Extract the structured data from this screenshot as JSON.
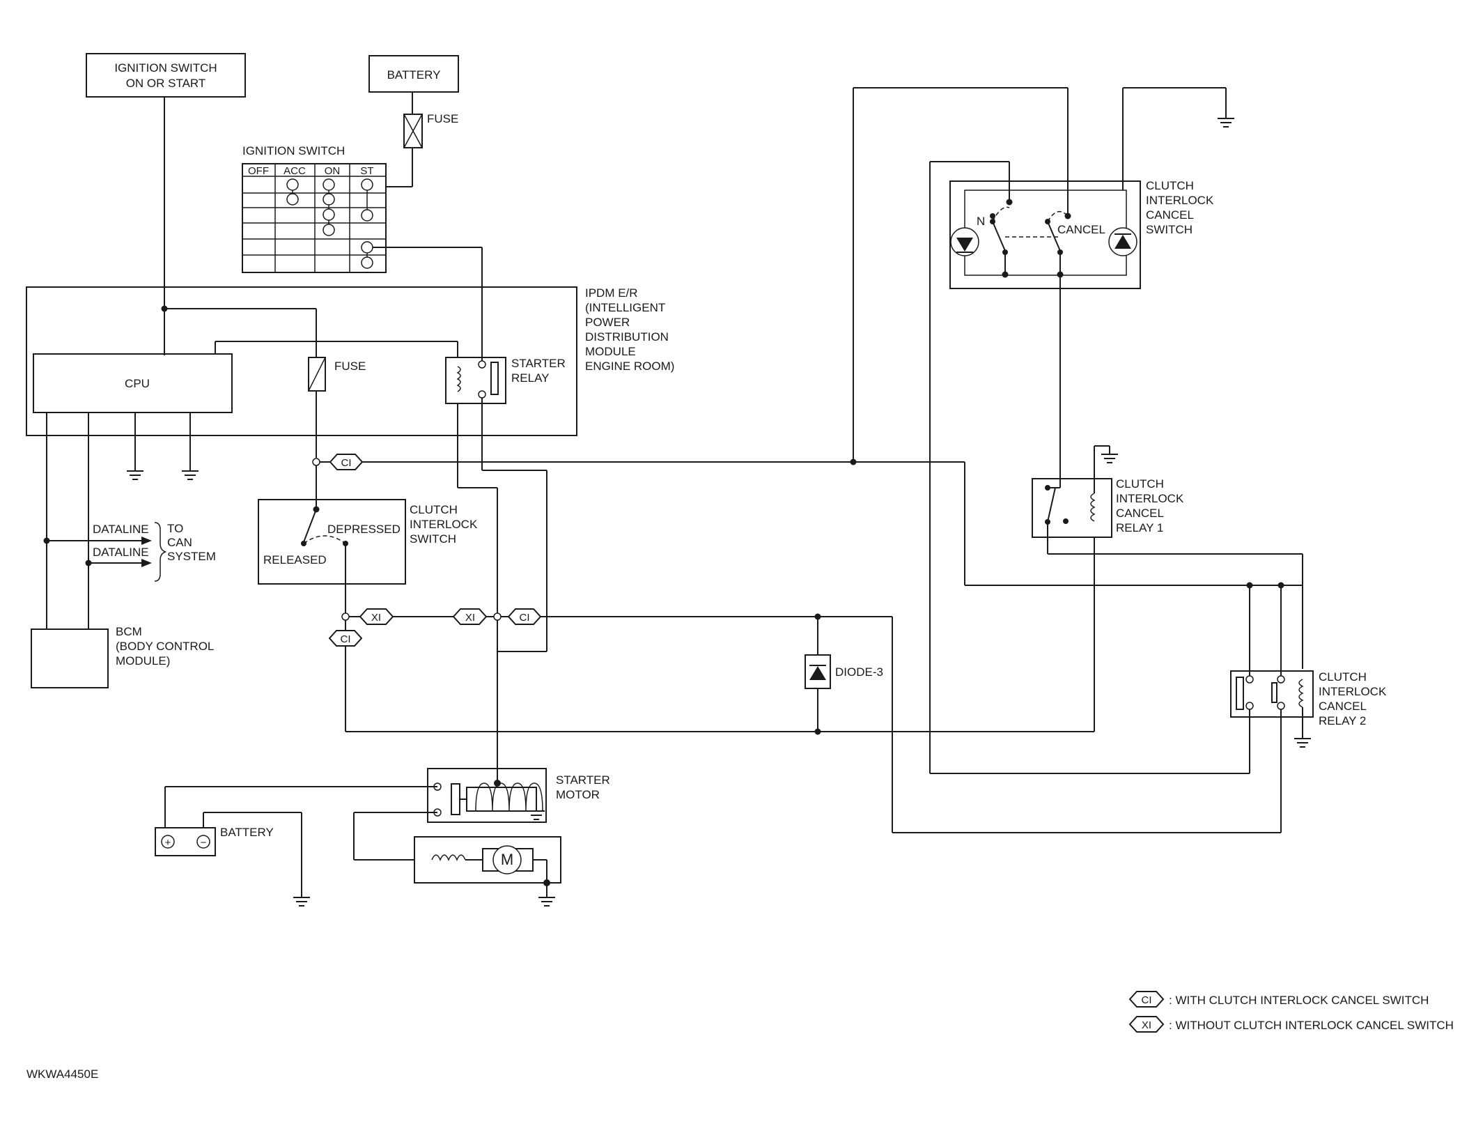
{
  "labels": {
    "ignition_on_start": [
      "IGNITION SWITCH",
      "ON OR START"
    ],
    "battery_top": "BATTERY",
    "fuse_top": "FUSE",
    "ignition_switch": "IGNITION SWITCH",
    "ignition_headers": [
      "OFF",
      "ACC",
      "ON",
      "ST"
    ],
    "ipdm": [
      "IPDM E/R",
      "(INTELLIGENT",
      "POWER",
      "DISTRIBUTION",
      "MODULE",
      "ENGINE ROOM)"
    ],
    "cpu": "CPU",
    "fuse_ipdm": "FUSE",
    "starter_relay": [
      "STARTER",
      "RELAY"
    ],
    "clutch_interlock_switch": [
      "CLUTCH",
      "INTERLOCK",
      "SWITCH"
    ],
    "depressed": "DEPRESSED",
    "released": "RELEASED",
    "dataline_1": "DATALINE",
    "dataline_2": "DATALINE",
    "to_can": [
      "TO",
      "CAN",
      "SYSTEM"
    ],
    "bcm": [
      "BCM",
      "(BODY CONTROL",
      "MODULE)"
    ],
    "ci_tag": "CI",
    "xi_tag": "XI",
    "diode": "DIODE-3",
    "starter_motor": [
      "STARTER",
      "MOTOR"
    ],
    "battery_bottom": "BATTERY",
    "motor_symbol": "M",
    "plus_symbol": "+",
    "minus_symbol": "−",
    "cancel_switch": [
      "CLUTCH",
      "INTERLOCK",
      "CANCEL",
      "SWITCH"
    ],
    "n_pos": "N",
    "cancel_pos": "CANCEL",
    "relay1": [
      "CLUTCH",
      "INTERLOCK",
      "CANCEL",
      "RELAY 1"
    ],
    "relay2": [
      "CLUTCH",
      "INTERLOCK",
      "CANCEL",
      "RELAY 2"
    ]
  },
  "legend": [
    {
      "tag": "CI",
      "text": ": WITH CLUTCH INTERLOCK CANCEL SWITCH"
    },
    {
      "tag": "XI",
      "text": ": WITHOUT CLUTCH INTERLOCK CANCEL SWITCH"
    }
  ],
  "figure_code": "WKWA4450E"
}
